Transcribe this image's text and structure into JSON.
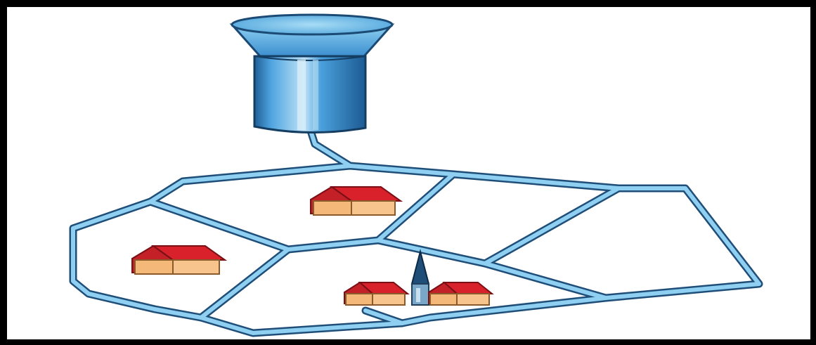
{
  "diagram": {
    "elements": [
      {
        "name": "water-tower",
        "icon": "water-tower-icon"
      },
      {
        "name": "pipe-network",
        "icon": "pipe-icon"
      },
      {
        "name": "house",
        "icon": "house-icon",
        "count": 4
      },
      {
        "name": "church",
        "icon": "church-icon"
      }
    ],
    "colors": {
      "pipe": "#7fc4ea",
      "pipe_outline": "#1f4f78",
      "tank_body": "#3a8fd1",
      "roof": "#d8212a",
      "wall": "#f4b878"
    }
  }
}
